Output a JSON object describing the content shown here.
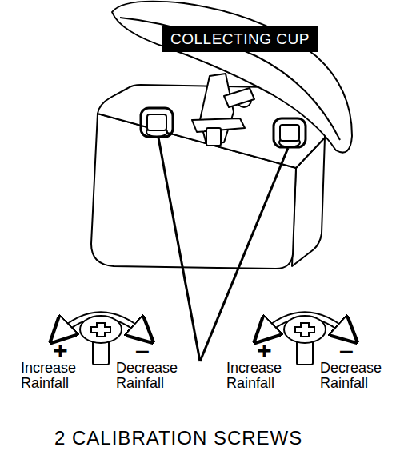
{
  "diagram": {
    "caption": "2 CALIBRATION SCREWS",
    "nodes": [
      {
        "text": [
          "COLLECTING CUP"
        ]
      }
    ],
    "labels": [
      "+",
      "–",
      "Increase Rainfall",
      "Decrease Rainfall",
      "+",
      "–",
      "Increase Rainfall",
      "Decrease Rainfall"
    ]
  }
}
